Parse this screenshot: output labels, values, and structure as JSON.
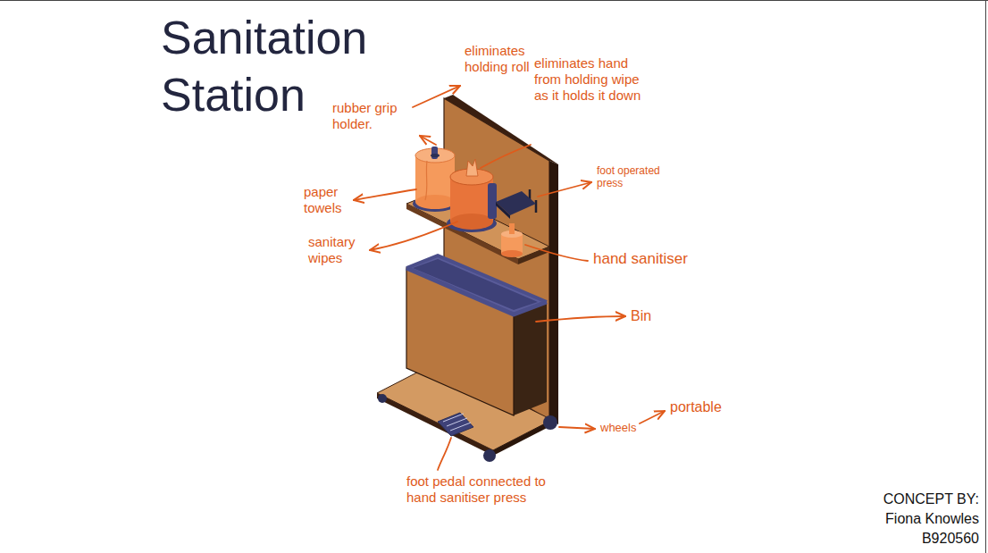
{
  "diagram": {
    "title": "Sanitation Station",
    "labels": [
      "rubber grip holder.",
      "eliminates holding roll",
      "eliminates hand from holding wipe as it holds it down",
      "foot operated press",
      "paper towels",
      "sanitary wipes",
      "hand sanitiser",
      "Bin",
      "wheels",
      "portable",
      "foot pedal connected to hand sanitiser press",
      "CONCEPT BY:",
      "Fiona Knowles",
      "B920560"
    ]
  }
}
